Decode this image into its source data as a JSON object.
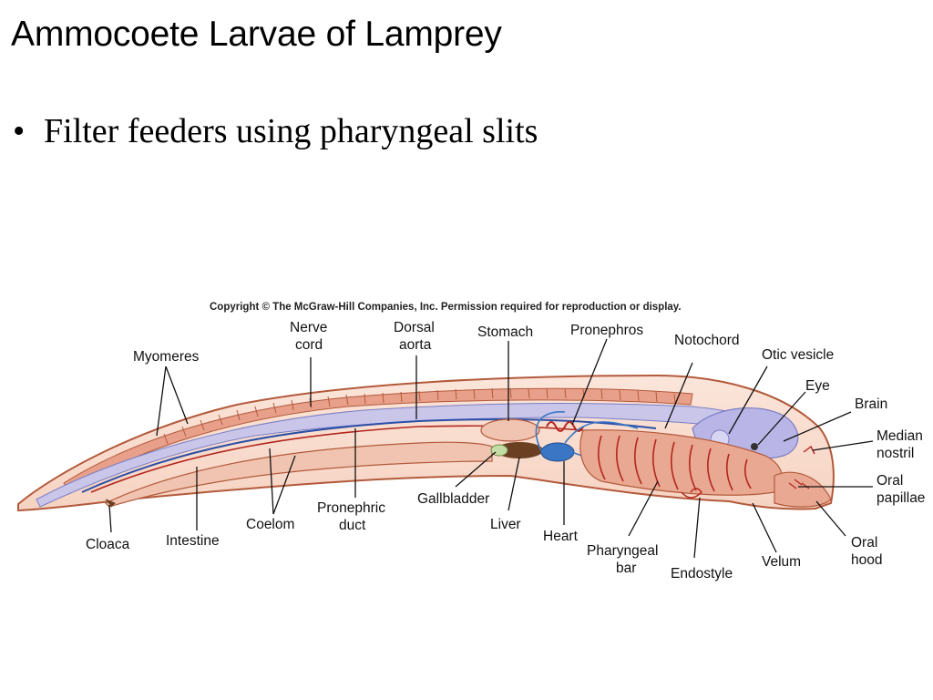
{
  "title": "Ammocoete Larvae of Lamprey",
  "bullets": [
    "Filter feeders using pharyngeal slits"
  ],
  "bullet_symbol": "•",
  "copyright": "Copyright © The McGraw-Hill Companies, Inc. Permission required for reproduction or display.",
  "labels": {
    "myomeres": "Myomeres",
    "nerve_cord_1": "Nerve",
    "nerve_cord_2": "cord",
    "dorsal_aorta_1": "Dorsal",
    "dorsal_aorta_2": "aorta",
    "stomach": "Stomach",
    "pronephros": "Pronephros",
    "notochord": "Notochord",
    "otic_vesicle": "Otic vesicle",
    "eye": "Eye",
    "brain": "Brain",
    "median_nostril_1": "Median",
    "median_nostril_2": "nostril",
    "oral_papillae_1": "Oral",
    "oral_papillae_2": "papillae",
    "oral_hood_1": "Oral",
    "oral_hood_2": "hood",
    "velum": "Velum",
    "endostyle": "Endostyle",
    "pharyngeal_bar_1": "Pharyngeal",
    "pharyngeal_bar_2": "bar",
    "heart": "Heart",
    "liver": "Liver",
    "gallbladder": "Gallbladder",
    "pronephric_duct_1": "Pronephric",
    "pronephric_duct_2": "duct",
    "coelom": "Coelom",
    "intestine": "Intestine",
    "cloaca": "Cloaca"
  },
  "colors": {
    "body_outline": "#b35a3c",
    "myomere_band": "#e8a08a",
    "nerve_cord": "#9fa3d8",
    "notochord": "#c9c6ea",
    "aorta": "#2b4fa8",
    "intestine": "#f0c4b0",
    "liver": "#6b3f22",
    "heart": "#3a76c4",
    "pharynx": "#d77b63",
    "brain": "#b9b5e6"
  }
}
